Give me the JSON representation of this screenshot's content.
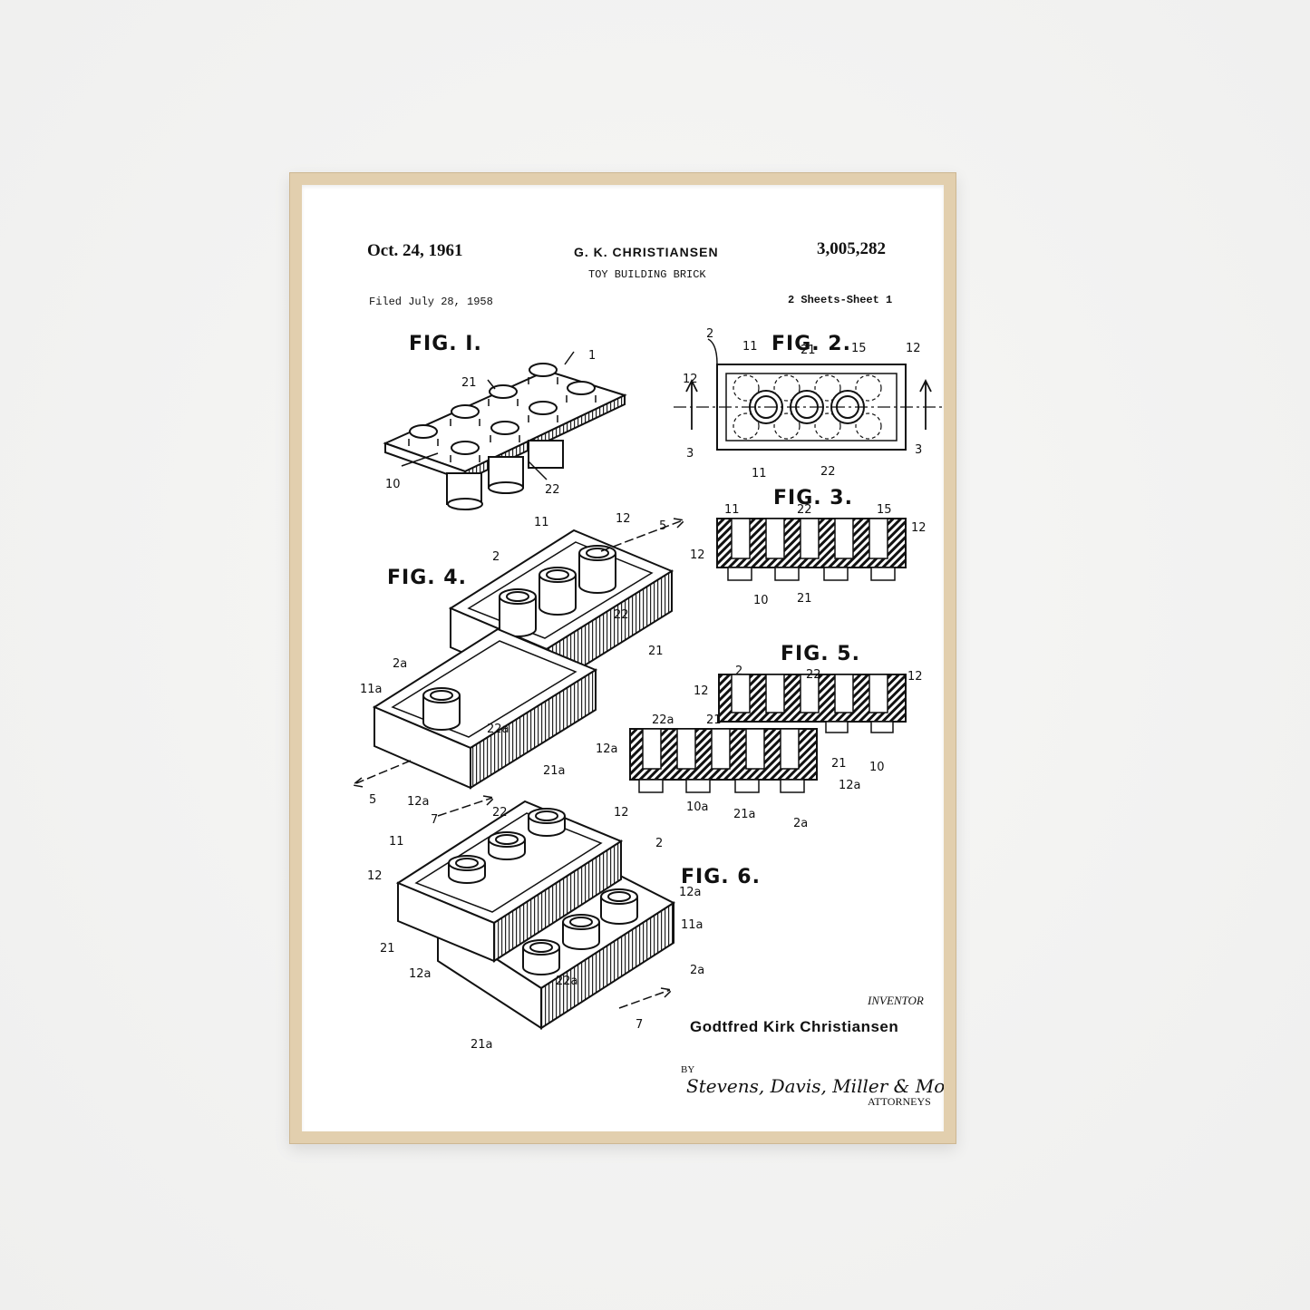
{
  "header": {
    "date": "Oct. 24, 1961",
    "inventor_header": "G. K. CHRISTIANSEN",
    "patent_number": "3,005,282",
    "title": "TOY BUILDING BRICK",
    "filed": "Filed July 28, 1958",
    "sheets": "2 Sheets-Sheet 1"
  },
  "figures": {
    "fig1": "FIG. I.",
    "fig2": "FIG. 2.",
    "fig3": "FIG. 3.",
    "fig4": "FIG. 4.",
    "fig5": "FIG. 5.",
    "fig6": "FIG. 6."
  },
  "refs": {
    "r1": "1",
    "r2": "2",
    "r3": "3",
    "r5": "5",
    "r7": "7",
    "r10": "10",
    "r11": "11",
    "r12": "12",
    "r15": "15",
    "r21": "21",
    "r22": "22",
    "r2a": "2a",
    "r10a": "10a",
    "r11a": "11a",
    "r12a": "12a",
    "r21a": "21a",
    "r22a": "22a"
  },
  "footer": {
    "inventor_label": "INVENTOR",
    "inventor_name": "Godtfred Kirk Christiansen",
    "by": "BY",
    "signature": "Stevens, Davis, Miller & Mosher",
    "attorneys": "ATTORNEYS"
  }
}
